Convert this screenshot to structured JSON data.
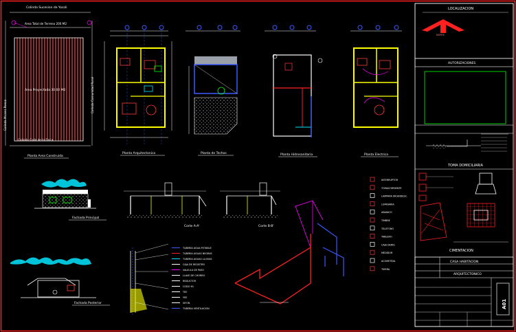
{
  "plan_labels": {
    "site": "Planta Area Construida",
    "arch": "Planta Arquitectonica",
    "roof": "Planta de Techos",
    "hydro": "Planta Hidrosanitaria",
    "elec": "Planta Electrica"
  },
  "site_texts": {
    "top": "Colinda Sucesion de Yocoli",
    "area_total": "Area Total de Terreno 200 M2",
    "area_proj": "Area Proyectada 30.00 M2",
    "left": "Colinda M.(sin) Ponce",
    "right": "Colinda Comunidad Rural",
    "bottom": "Colinda Calle de la Finca"
  },
  "elevations": {
    "front_main": "Fachada Principal",
    "front_later": "Fachada Posterior",
    "cut_a": "Corte A-A'",
    "cut_b": "Corte B-B'"
  },
  "symbols": [
    "INTERRUPTOR",
    "TOMACORRIENTE",
    "LAMPARA INCANDESC.",
    "LUMINARIA",
    "ABANICO",
    "TIMBRE",
    "TELEFONO",
    "TABLERO",
    "CAJA DERIV.",
    "MEDIDOR",
    "ACOMETIDA",
    "TIERRA"
  ],
  "hydro_legend": [
    "TUBERIA AGUA POTABLE",
    "TUBERIA AGUAS NEGRAS",
    "TUBERIA AGUAS LLUVIAS",
    "CAJA DE REGISTRO",
    "VALVULA DE PASO",
    "LLAVE DE CHORRO",
    "REDUCTOR",
    "CODO 90",
    "TEE",
    "YEE",
    "SIFON",
    "TUBERIA VENTILACION"
  ],
  "right_panel": {
    "localizacion": "LOCALIZACION",
    "north": "NORTE",
    "stamp_title": "AUTORIZACIONES",
    "toma": "TOMA DOMICILIARIA",
    "cimentacion": "CIMENTACION",
    "project": "CASA HABITACION",
    "subtitle": "ARQUITECTONICO",
    "sheet": "A01"
  },
  "colors": {
    "frame": "#ff2020",
    "wall": "#ffff00",
    "dim": "#ffffff",
    "axis": "#3a5bff",
    "furniture": "#ff3a3a",
    "accent": "#ff00ff",
    "green": "#00ff00",
    "cyan": "#00e5ff"
  }
}
